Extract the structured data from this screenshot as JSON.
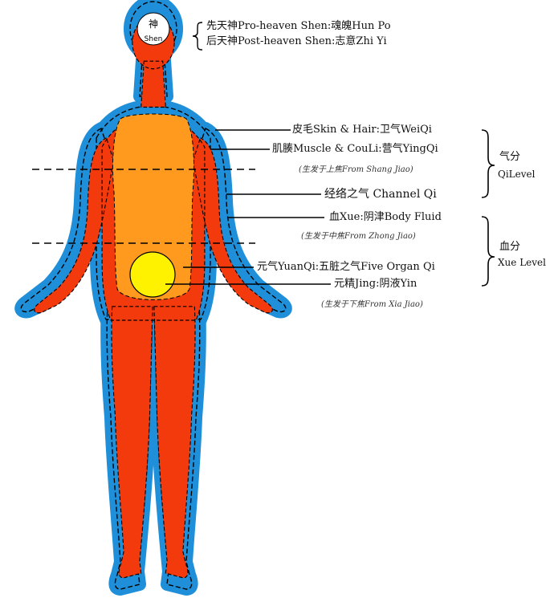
{
  "head": {
    "shen_char": "神",
    "shen_text": "Shen"
  },
  "labels": {
    "pro_heaven": "先天神Pro-heaven Shen:魂魄Hun Po",
    "post_heaven": "后天神Post-heaven Shen:志意Zhi Yi",
    "skin_hair": "皮毛Skin & Hair:卫气WeiQi",
    "muscle_couli": "肌腠Muscle & CouLi:营气YingQi",
    "from_shang_jiao": "(生发于上焦From Shang Jiao)",
    "channel_qi": "经络之气 Channel Qi",
    "xue": "血Xue:阴津Body Fluid",
    "from_zhong_jiao": "(生发于中焦From Zhong Jiao)",
    "yuan_qi": "元气YuanQi:五脏之气Five Organ Qi",
    "yuan_jing": "元精Jing:阴液Yin",
    "from_xia_jiao": "(生发于下焦From Xia Jiao)"
  },
  "levels": {
    "qi_cn": "气分",
    "qi_en": "QiLevel",
    "xue_cn": "血分",
    "xue_en": "Xue Level"
  },
  "colors": {
    "outer_layer": "#1e8fd8",
    "body_red": "#f23a0c",
    "core_orange": "#ff9a1e",
    "jing_yellow": "#fff200",
    "head_white": "#ffffff",
    "dash_line": "#000000"
  }
}
